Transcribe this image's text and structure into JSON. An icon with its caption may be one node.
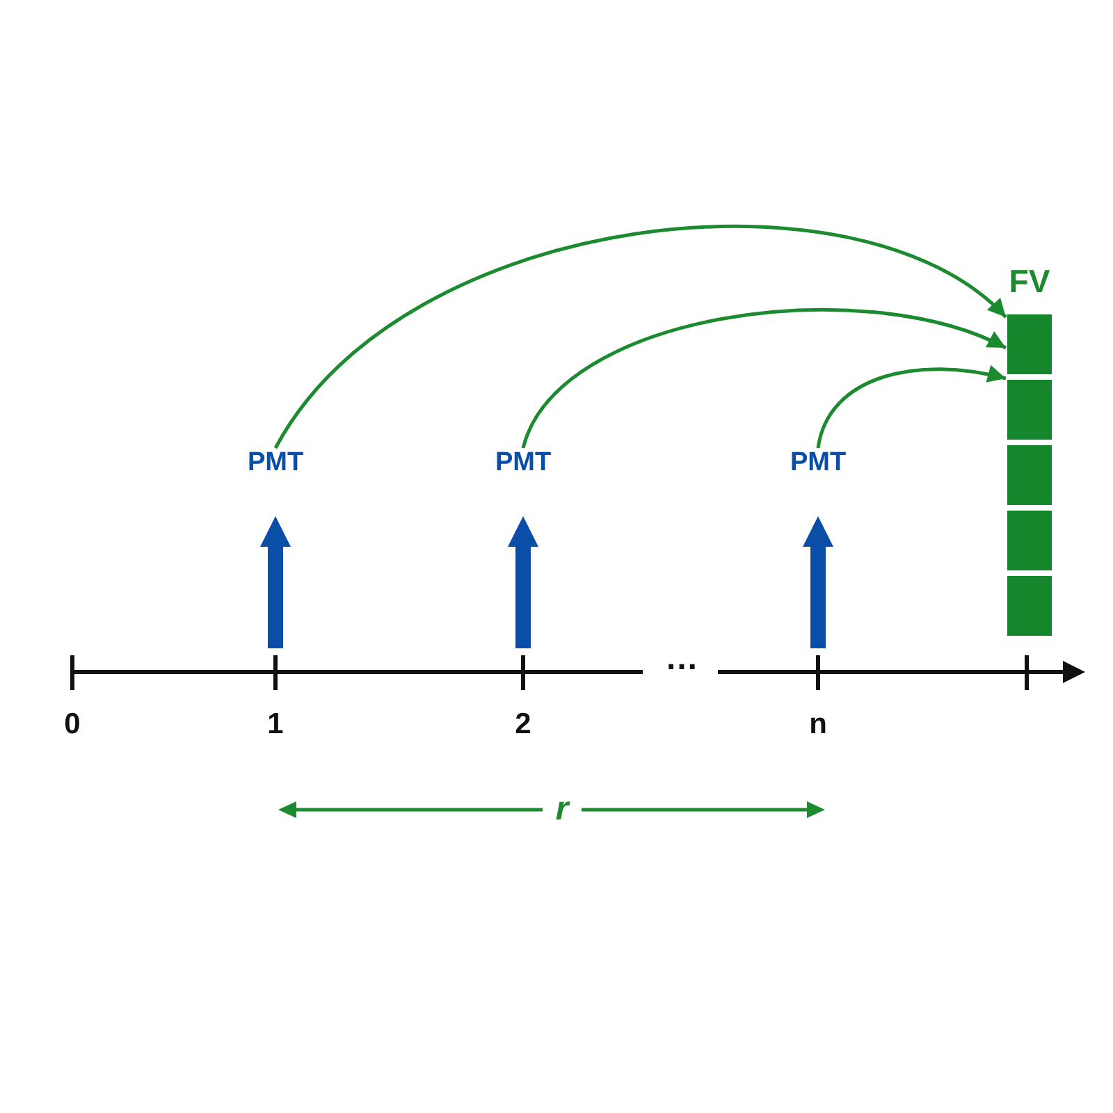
{
  "diagram": {
    "nodes": [
      {
        "text": [
          "PMT"
        ]
      },
      {
        "text": [
          "PMT"
        ]
      },
      {
        "text": [
          "PMT"
        ]
      },
      {
        "text": [
          "FV"
        ]
      }
    ],
    "edges": [
      {
        "from": 0,
        "to": 3,
        "arrow": "to"
      },
      {
        "from": 1,
        "to": 3,
        "arrow": "to"
      },
      {
        "from": 2,
        "to": 3,
        "arrow": "to"
      }
    ],
    "labels": [
      "…",
      "0",
      "1",
      "2",
      "n",
      "r"
    ]
  }
}
